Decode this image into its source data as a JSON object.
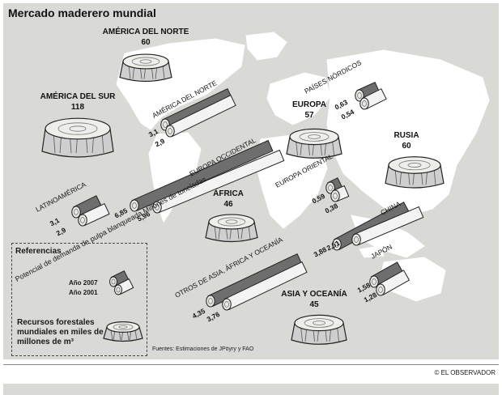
{
  "title": "Mercado maderero mundial",
  "regions_forest": [
    {
      "name": "AMÉRICA DEL NORTE",
      "value": "60"
    },
    {
      "name": "AMÉRICA DEL SUR",
      "value": "118"
    },
    {
      "name": "EUROPA",
      "value": "57"
    },
    {
      "name": "RUSIA",
      "value": "60"
    },
    {
      "name": "ÁFRICA",
      "value": "46"
    },
    {
      "name": "ASIA Y OCEANÍA",
      "value": "45"
    }
  ],
  "pulp_markets": [
    {
      "name": "AMÉRICA DEL NORTE",
      "v2007": "3,1",
      "v2001": "2,9"
    },
    {
      "name": "PAÍSES NÓRDICOS",
      "v2007": "0,63",
      "v2001": "0,54"
    },
    {
      "name": "LATINOAMÉRICA",
      "v2007": "3,1",
      "v2001": "2,9"
    },
    {
      "name": "EUROPA OCCIDENTAL",
      "v2007": "6,85",
      "v2001": "5,96"
    },
    {
      "name": "EUROPA ORIENTAL",
      "v2007": "0,59",
      "v2001": "0,38"
    },
    {
      "name": "CHINA",
      "v2007": "3,88",
      "v2001": "2,51"
    },
    {
      "name": "OTROS DE ASIA, ÁFRICA Y OCEANÍA",
      "v2007": "4,35",
      "v2001": "3,76"
    },
    {
      "name": "JAPÓN",
      "v2007": "1,58",
      "v2001": "1,28"
    }
  ],
  "legend": {
    "title": "Referencias",
    "pulp_text": "Potencial de demanda de pulpa blanqueada Millones de toneladas",
    "year_2007": "Año 2007",
    "year_2001": "Año 2001",
    "forest_text": "Recursos forestales mundiales en miles de millones de m³"
  },
  "source": "Fuentes: Estimaciones de JPöyry y FAO",
  "credit": "© EL OBSERVADOR",
  "colors": {
    "background": "#d9d9d6",
    "land": "#ffffff",
    "log_dark": "#6e6e6e",
    "log_light": "#f3f3f3"
  },
  "icons": {
    "stump": "tree-stump-icon",
    "log": "log-icon"
  }
}
